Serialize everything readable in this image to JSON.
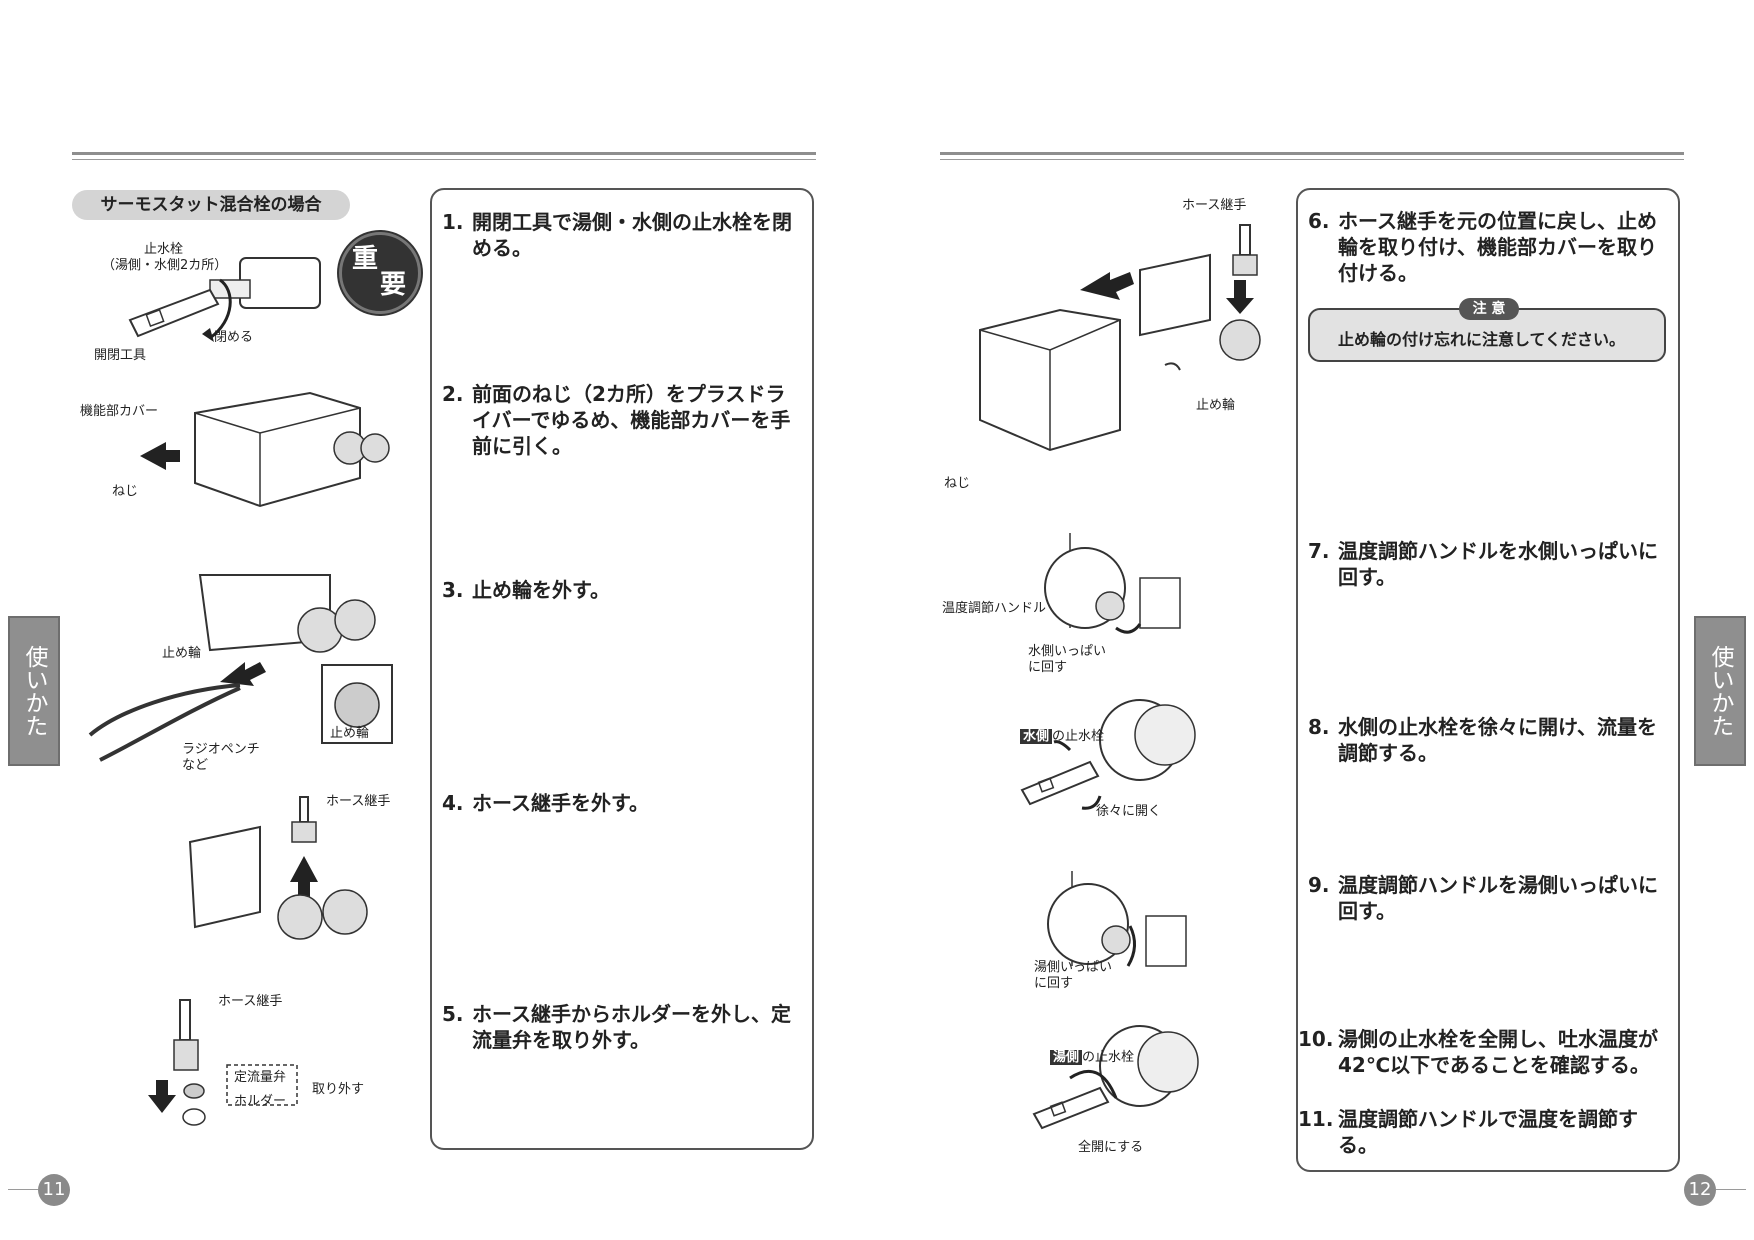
{
  "left_page": {
    "section_label": "サーモスタット混合栓の場合",
    "badge": {
      "line1": "重",
      "line2": "要"
    },
    "side_tab": "使いかた",
    "page_number": "11",
    "steps": [
      {
        "num": "1.",
        "text": "開閉工具で湯側・水側の止水栓を閉める。"
      },
      {
        "num": "2.",
        "text": "前面のねじ（2カ所）をプラスドライバーでゆるめ、機能部カバーを手前に引く。"
      },
      {
        "num": "3.",
        "text": "止め輪を外す。"
      },
      {
        "num": "4.",
        "text": "ホース継手を外す。"
      },
      {
        "num": "5.",
        "text": "ホース継手からホルダーを外し、定流量弁を取り外す。"
      }
    ],
    "labels": {
      "shisuisen": "止水栓",
      "shisuisen_sub": "（湯側・水側2カ所）",
      "shimeru": "閉める",
      "kaihei_kougu": "開閉工具",
      "kinoubu_cover": "機能部カバー",
      "neji": "ねじ",
      "tomewa": "止め輪",
      "tomewa_detail": "止め輪",
      "radio_pliers": "ラジオペンチ",
      "nado": "など",
      "hose_tsugite_1": "ホース継手",
      "hose_tsugite_2": "ホース継手",
      "teiryuryoben": "定流量弁",
      "holder": "ホルダー",
      "torihazusu": "取り外す"
    }
  },
  "right_page": {
    "side_tab": "使いかた",
    "page_number": "12",
    "steps": [
      {
        "num": "6.",
        "text": "ホース継手を元の位置に戻し、止め輪を取り付け、機能部カバーを取り付ける。"
      },
      {
        "num": "7.",
        "text": "温度調節ハンドルを水側いっぱいに回す。"
      },
      {
        "num": "8.",
        "text": "水側の止水栓を徐々に開け、流量を調節する。"
      },
      {
        "num": "9.",
        "text": "温度調節ハンドルを湯側いっぱいに回す。"
      },
      {
        "num": "10.",
        "text": "湯側の止水栓を全開し、吐水温度が42℃以下であることを確認する。"
      },
      {
        "num": "11.",
        "text": "温度調節ハンドルで温度を調節する。"
      }
    ],
    "caution": {
      "title": "注 意",
      "text": "止め輪の付け忘れに注意してください。"
    },
    "labels": {
      "hose_tsugite": "ホース継手",
      "tomewa": "止め輪",
      "neji": "ねじ",
      "ondo_handle": "温度調節ハンドル",
      "mizugawa_ippai": "水側いっぱい",
      "ni_mawasu_1": "に回す",
      "mizugawa_tag": "水側",
      "no_shisuisen_1": "の止水栓",
      "jojoni_hiraku": "徐々に開く",
      "yugawa_ippai": "湯側いっぱい",
      "ni_mawasu_2": "に回す",
      "yugawa_tag": "湯側",
      "no_shisuisen_2": "の止水栓",
      "zenkai": "全開にする"
    }
  }
}
